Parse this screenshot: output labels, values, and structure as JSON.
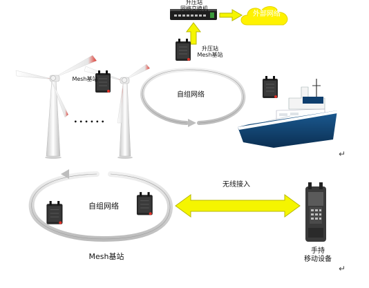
{
  "labels": {
    "switch": "升压站\n网络交换机",
    "cloud": "外部网络",
    "substation_station": "升压站\nMesh基站",
    "turbine_station": "Mesh基站",
    "mesh_top": "自组网络",
    "dots": "• • • • • •",
    "mesh_bottom": "自组网络",
    "wireless": "无线接入",
    "bottom_stations": "Mesh基站",
    "handheld": "手持\n移动设备"
  },
  "return_mark": "↵",
  "colors": {
    "arrow_yellow": "#f5f500",
    "arrow_outline": "#b8b800",
    "cloud_fill": "#fff200",
    "cloud_text": "#ffffff",
    "blade_tip": "#e0332a",
    "ship_hull": "#0f3f6e",
    "device": "#262626"
  }
}
